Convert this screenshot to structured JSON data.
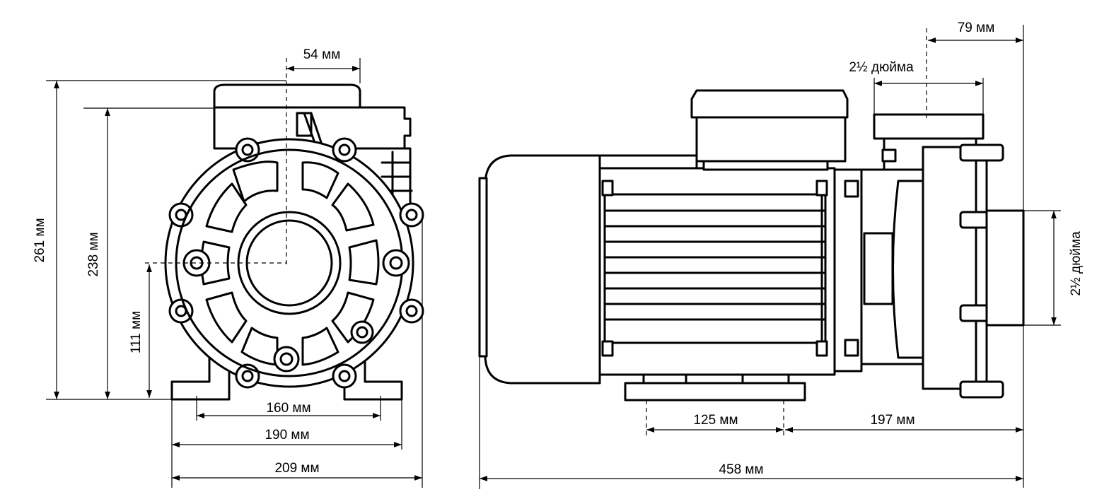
{
  "front_view": {
    "top_offset": "54 мм",
    "height_total": "261 мм",
    "height_body": "238 мм",
    "axis_height": "111 мм",
    "foot_bolt_spacing": "160 мм",
    "foot_width": "190 мм",
    "width_total": "209 мм"
  },
  "side_view": {
    "outlet_offset": "79 мм",
    "outlet_size": "2½ дюйма",
    "inlet_size": "2½ дюйма",
    "foot_bolt_spacing": "125 мм",
    "bolt_to_inlet": "197 мм",
    "length_total": "458 мм"
  }
}
